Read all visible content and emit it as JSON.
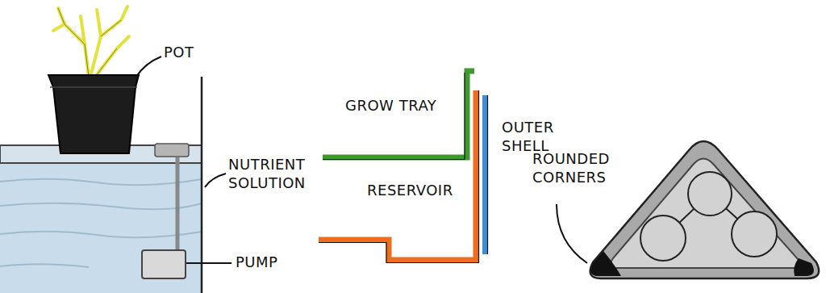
{
  "diagram": {
    "labels": [
      "POT",
      "NUTRIENT SOLUTION",
      "PUMP",
      "GROW TRAY",
      "OUTER SHELL",
      "RESERVOIR",
      "ROUNDED CORNERS"
    ]
  }
}
